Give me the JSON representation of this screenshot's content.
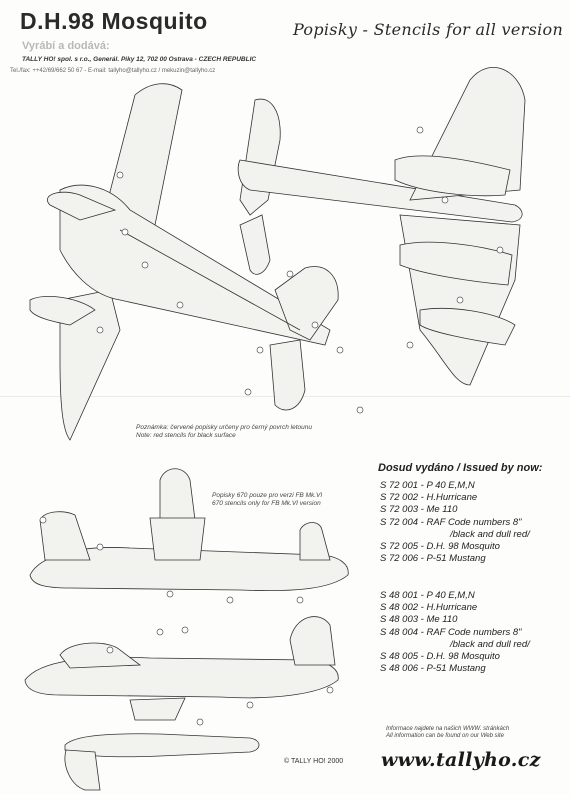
{
  "header": {
    "title": "D.H.98 Mosquito",
    "subtitle": "Vyrábí a dodává:",
    "company": "TALLY HO! spol. s r.o., Generál. Piky 12, 702 00 Ostrava - CZECH REPUBLIC",
    "contact": "Tel./fax: ++42/69/662 50 67 - E-mail: tallyho@tallyho.cz / mekuzin@tallyho.cz",
    "right_title": "Popisky - Stencils for all version"
  },
  "notes": {
    "line1": "Poznámka: červené popisky určeny pro černý povrch letounu",
    "line2": "Note: red stencils for black surface"
  },
  "fb_note": {
    "line1": "Popisky 670 pouze pro verzi FB Mk.VI",
    "line2": "670 stencils only for FB Mk.VI version"
  },
  "issued": {
    "heading": "Dosud vydáno  /  Issued by now:",
    "list_72": [
      "S 72 001 - P 40 E,M,N",
      "S 72 002 - H.Hurricane",
      "S 72 003 - Me 110",
      "S 72 004 - RAF Code numbers 8\"",
      "/black and dull red/",
      "S 72 005 - D.H. 98 Mosquito",
      "S 72 006 - P-51 Mustang"
    ],
    "list_48": [
      "S 48 001 - P 40 E,M,N",
      "S 48 002 - H.Hurricane",
      "S 48 003 - Me 110",
      "S 48 004 - RAF Code numbers 8\"",
      "/black and dull red/",
      "S 48 005 - D.H. 98 Mosquito",
      "S 48 006 - P-51 Mustang"
    ]
  },
  "footer": {
    "info_line1": "Informace najdete na našich WWW. stránkách",
    "info_line2": "All information can be found on our Web site",
    "url": "www.tallyho.cz",
    "copyright": "© TALLY HO! 2000"
  }
}
